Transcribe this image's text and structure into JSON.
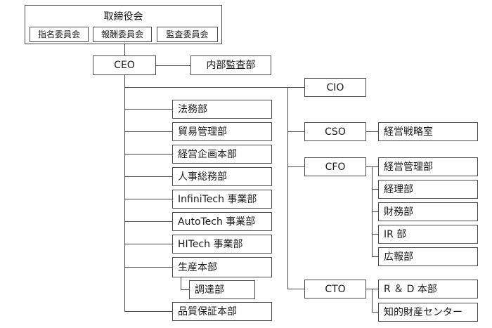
{
  "board": {
    "title": "取締役会",
    "committees": [
      "指名委員会",
      "報酬委員会",
      "監査委員会"
    ]
  },
  "ceo": "CEO",
  "internal_audit": "内部監査部",
  "ceo_departments": [
    "法務部",
    "貿易管理部",
    "経営企画本部",
    "人事総務部",
    "InfiniTech 事業部",
    "AutoTech 事業部",
    "HITech 事業部",
    "生産本部"
  ],
  "production_sub": "調達部",
  "quality": "品質保証本部",
  "cio": "CIO",
  "cso": {
    "title": "CSO",
    "units": [
      "経営戦略室"
    ]
  },
  "cfo": {
    "title": "CFO",
    "units": [
      "経営管理部",
      "経理部",
      "財務部",
      "IR 部",
      "広報部"
    ]
  },
  "cto": {
    "title": "CTO",
    "units": [
      "R ＆ D 本部",
      "知的財産センター"
    ]
  }
}
